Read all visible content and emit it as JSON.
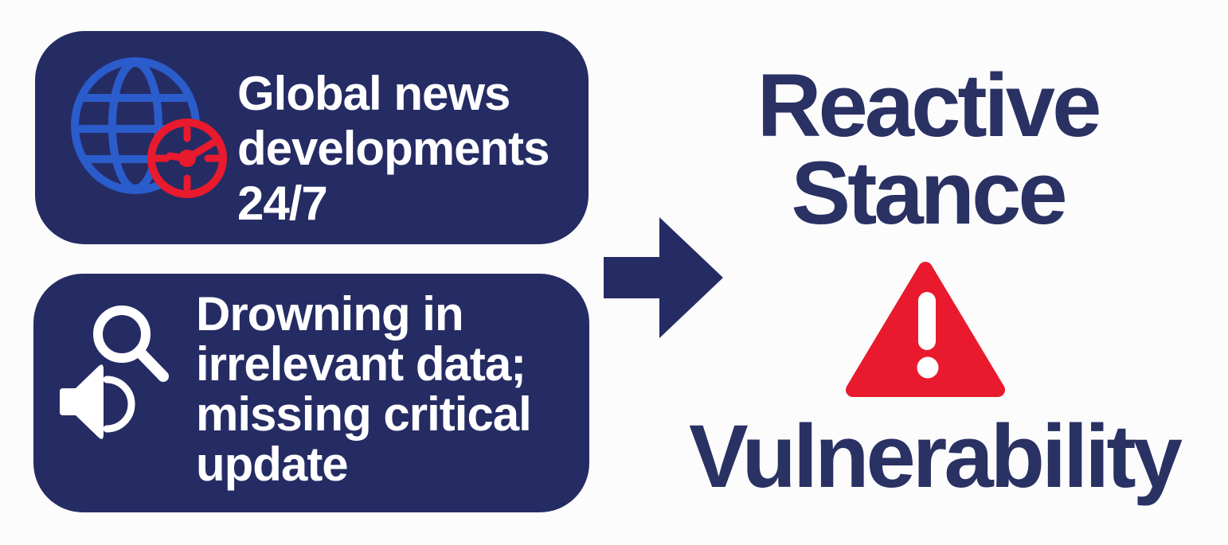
{
  "colors": {
    "bg": "#fcfcfc",
    "navy": "#252c64",
    "text_navy": "#2a3163",
    "blue": "#2b5ccc",
    "red": "#e91a2d",
    "white": "#ffffff"
  },
  "left_panel": {
    "boxes": [
      {
        "icons": [
          "globe-icon",
          "clock-icon"
        ],
        "lines": [
          "Global news",
          "developments",
          "24/7"
        ]
      },
      {
        "icons": [
          "magnifier-icon",
          "speaker-icon"
        ],
        "lines": [
          "Drowning in",
          "irrelevant data;",
          "missing critical",
          "update"
        ]
      }
    ]
  },
  "arrow": {
    "direction": "right"
  },
  "right_panel": {
    "title_line1": "Reactive",
    "title_line2": "Stance",
    "warning_icon": "warning-triangle-icon",
    "warning_label": "Vulnerability"
  }
}
